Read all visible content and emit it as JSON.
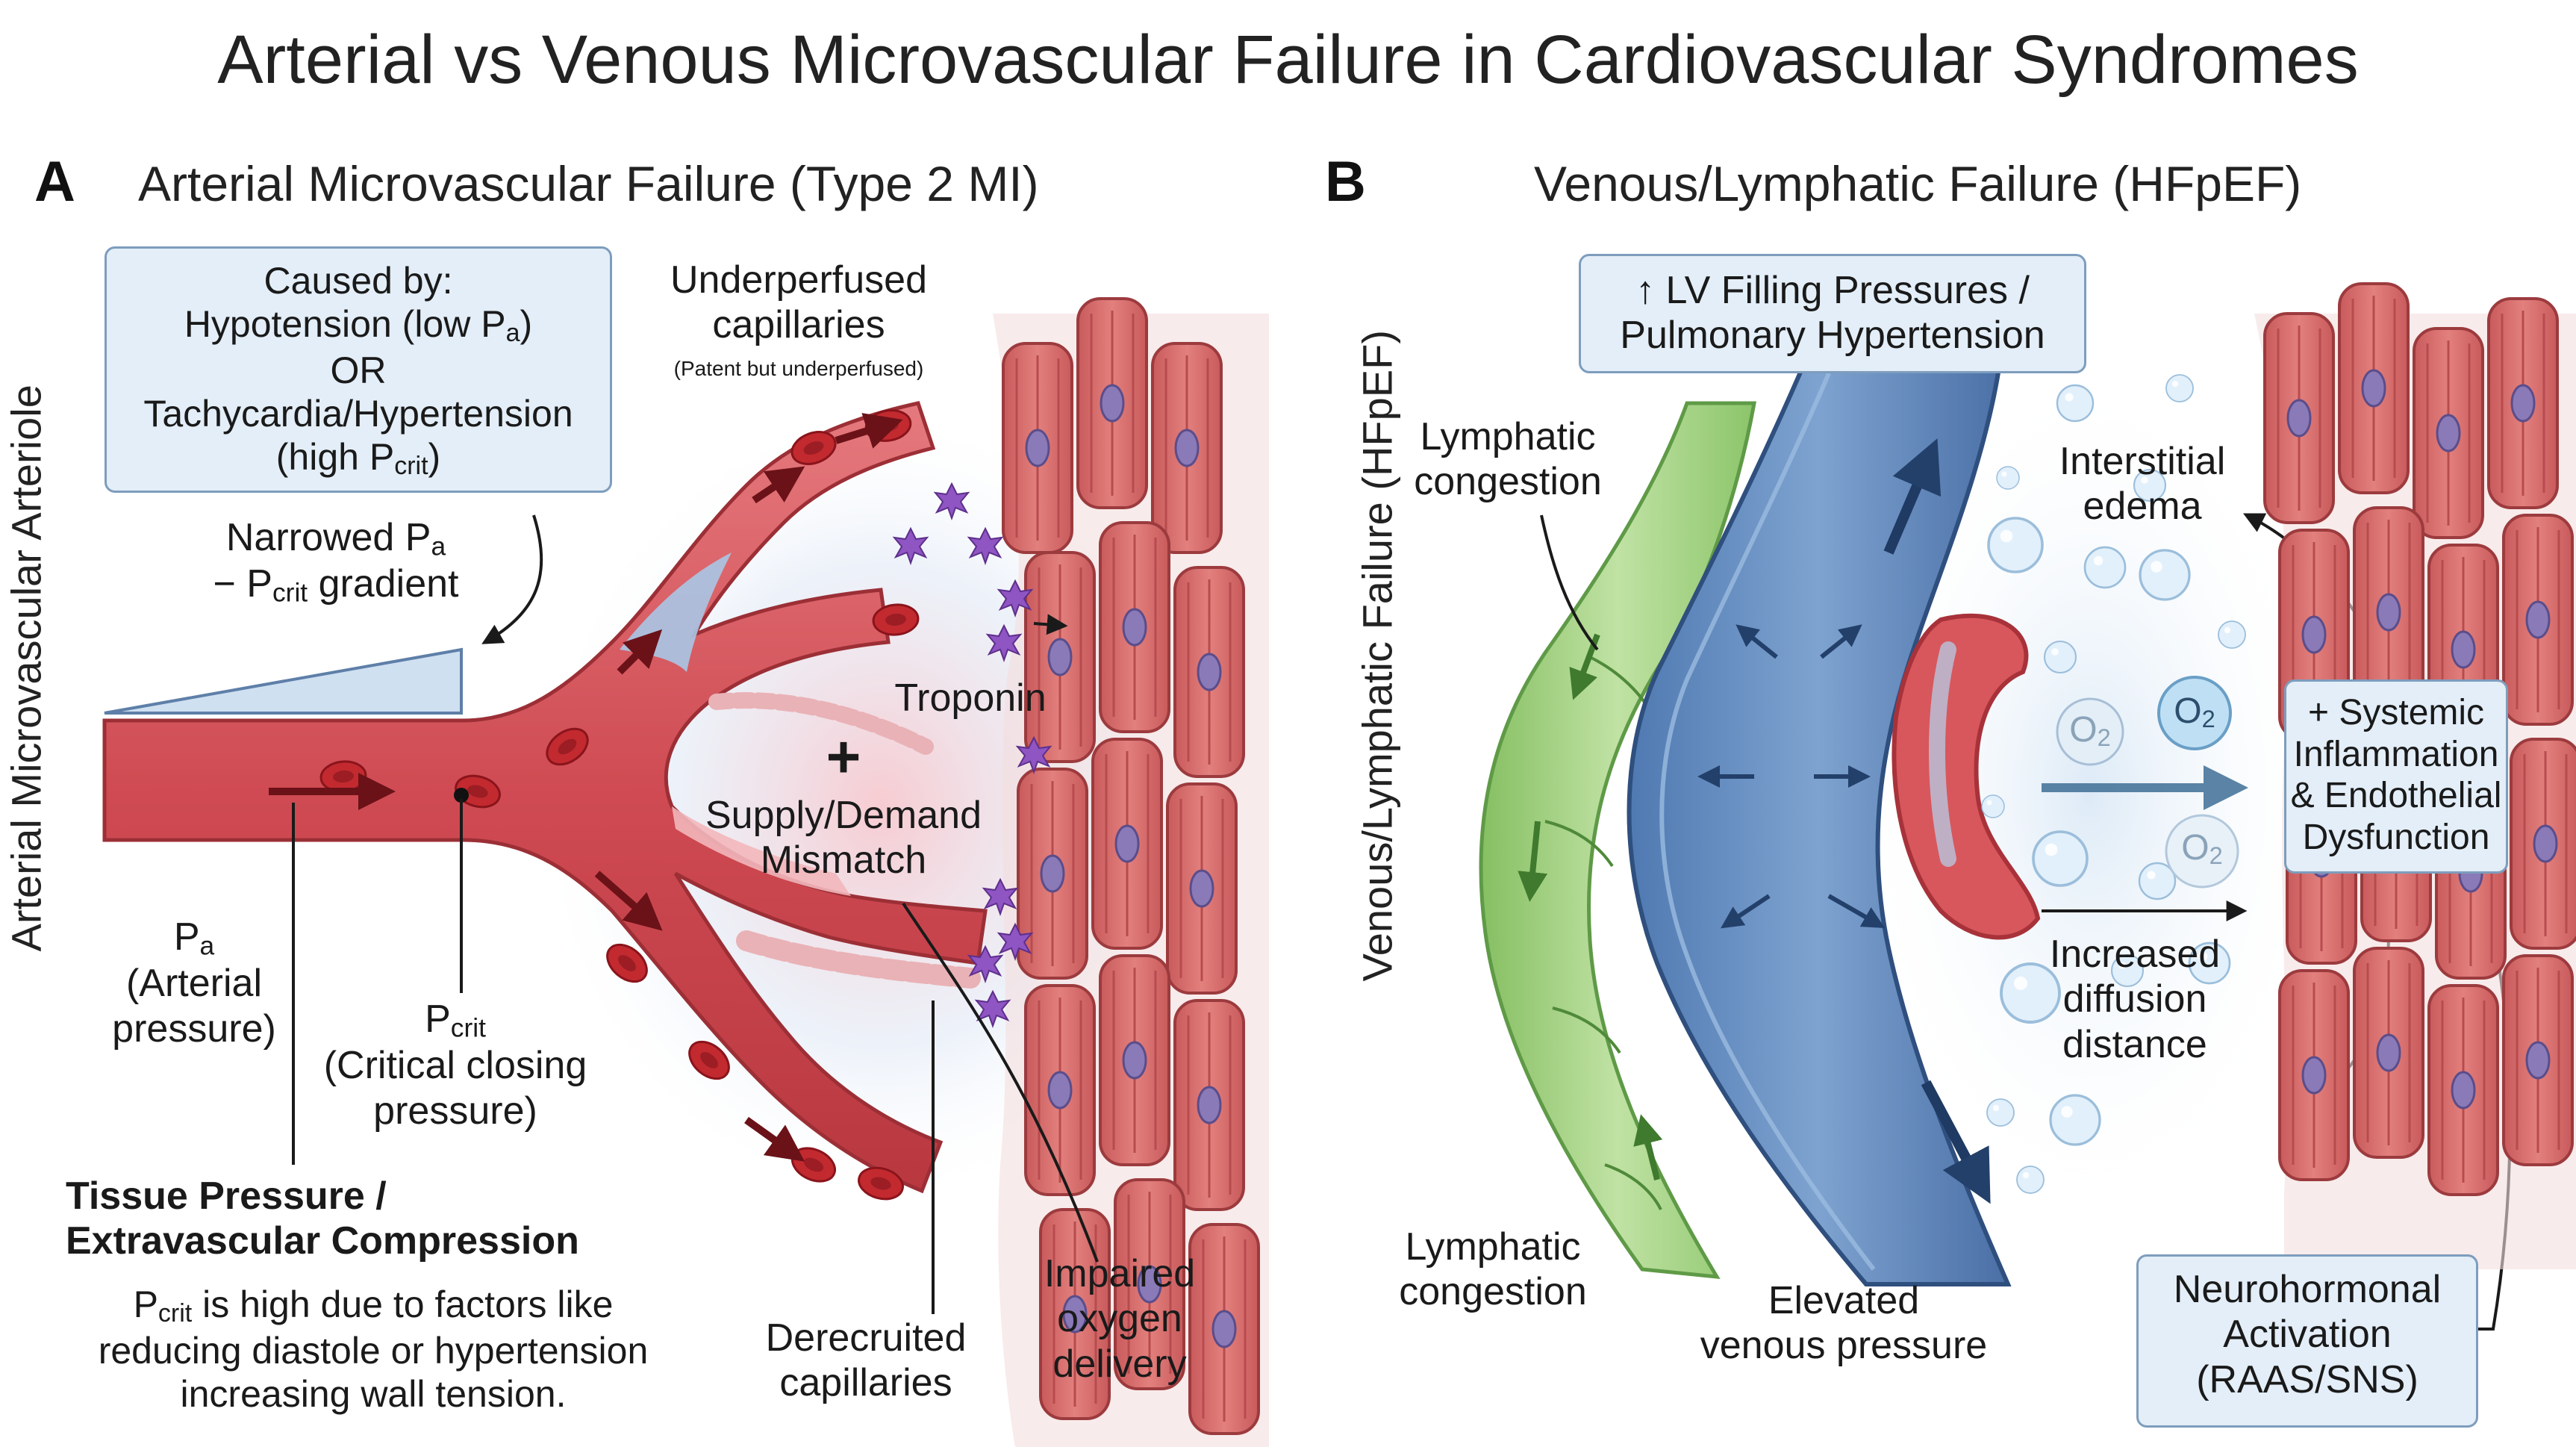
{
  "title": "Arterial vs Venous Microvascular Failure in Cardiovascular Syndromes",
  "panel_a": {
    "letter": "A",
    "title": "Arterial Microvascular Failure (Type 2 MI)",
    "vertical_label": "Arterial Microvascular Arteriole",
    "caused_by": {
      "line1": "Caused by:",
      "line2_main": "Hypotension (low P",
      "line2_sub": "a",
      "line2_end": ")",
      "line3": "OR",
      "line4": "Tachycardia/Hypertension",
      "line5_main": "(high P",
      "line5_sub": "crit",
      "line5_end": ")"
    },
    "underperfused": {
      "line1": "Underperfused",
      "line2": "capillaries",
      "note": "(Patent but underperfused)"
    },
    "gradient": {
      "line1_main": "Narrowed P",
      "line1_sub": "a",
      "line2_pre": "− P",
      "line2_sub": "crit",
      "line2_end": " gradient"
    },
    "troponin": "Troponin",
    "plus": "+",
    "mismatch": {
      "line1": "Supply/Demand",
      "line2": "Mismatch"
    },
    "pa": {
      "main": "P",
      "sub": "a",
      "line2": "(Arterial",
      "line3": "pressure)"
    },
    "pcrit": {
      "main": "P",
      "sub": "crit",
      "line2": "(Critical closing",
      "line3": "pressure)"
    },
    "tissue": {
      "line1": "Tissue Pressure /",
      "line2": "Extravascular Compression",
      "desc1_main": "P",
      "desc1_sub": "crit",
      "desc1_end": " is high due to factors like",
      "desc2": "reducing diastole or hypertension",
      "desc3": "increasing wall tension."
    },
    "derecruited": {
      "line1": "Derecruited",
      "line2": "capillaries"
    },
    "impaired": {
      "line1": "Impaired",
      "line2": "oxygen",
      "line3": "delivery"
    }
  },
  "panel_b": {
    "letter": "B",
    "title": "Venous/Lymphatic Failure (HFpEF)",
    "vertical_label": "Venous/Lymphatic Failure (HFpEF)",
    "lv_box": {
      "line1": "↑ LV Filling Pressures /",
      "line2": "Pulmonary Hypertension"
    },
    "lymph_top": {
      "line1": "Lymphatic",
      "line2": "congestion"
    },
    "lymph_bottom": {
      "line1": "Lymphatic",
      "line2": "congestion"
    },
    "interstitial": {
      "line1": "Interstitial",
      "line2": "edema"
    },
    "o2": "O",
    "o2_sub": "2",
    "systemic": {
      "line1": "+ Systemic",
      "line2": "Inflammation",
      "line3": "& Endothelial",
      "line4": "Dysfunction"
    },
    "diffusion": {
      "line1": "Increased",
      "line2": "diffusion",
      "line3": "distance"
    },
    "venous": {
      "line1": "Elevated",
      "line2": "venous pressure"
    },
    "neuro": {
      "line1": "Neurohormonal",
      "line2": "Activation",
      "line3": "(RAAS/SNS)"
    }
  },
  "colors": {
    "artery": "#d8575c",
    "artery_dark": "#a8323a",
    "rbc": "#c4282f",
    "vein": "#5f88bd",
    "vein_dark": "#2f4f7e",
    "lymph": "#9ccc7c",
    "lymph_dark": "#5f9a47",
    "muscle": "#d9696a",
    "troponin": "#8a4fb8",
    "box_fill": "#e3eef8",
    "box_border": "#7e9dbd"
  }
}
